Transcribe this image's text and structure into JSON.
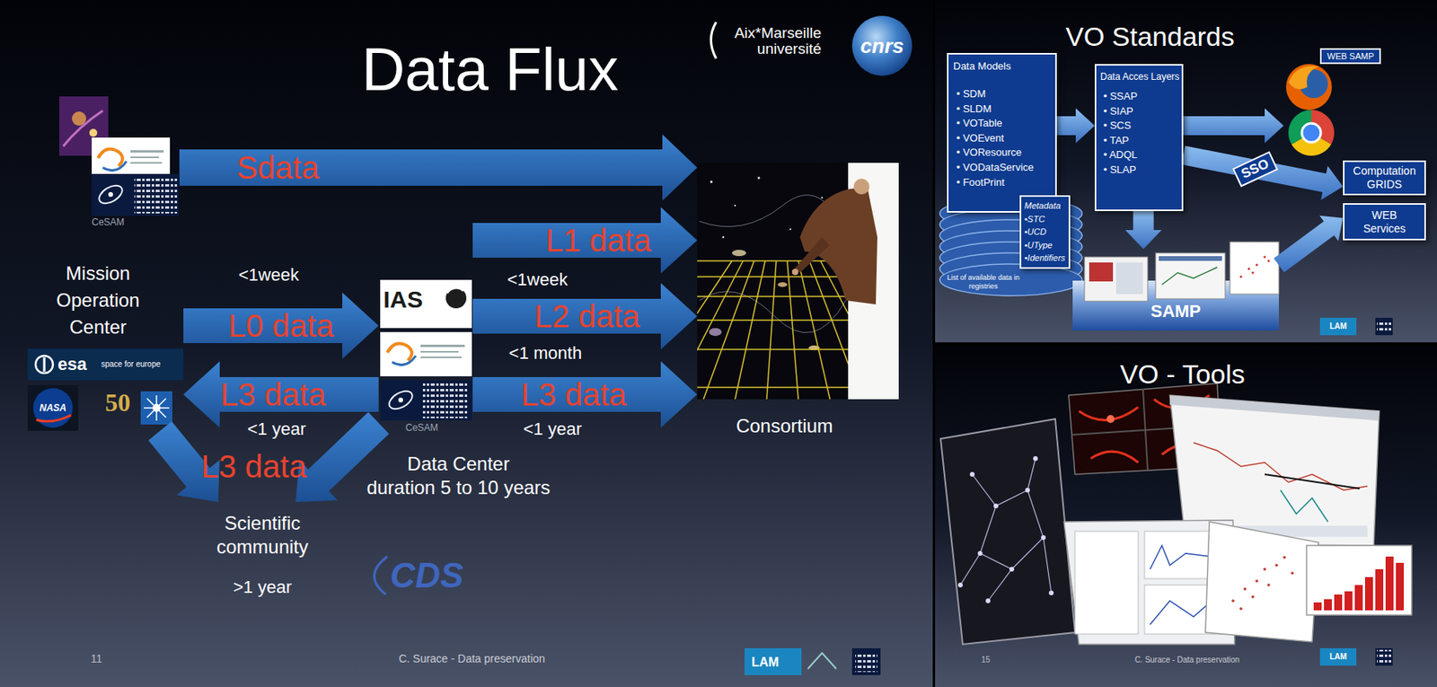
{
  "diagram": {
    "title": "Data Flux",
    "nodes": [
      {
        "text": [
          "CeSAM"
        ]
      },
      {
        "text": [
          "Mission Operation Center",
          "esa",
          "space for europe",
          "NASA",
          "50"
        ]
      },
      {
        "text": [
          "IAS",
          "CeSAM",
          "Data Center duration 5 to 10 years"
        ]
      },
      {
        "text": [
          "Consortium"
        ]
      },
      {
        "text": [
          "Scientific community",
          ">1 year"
        ]
      },
      {
        "text": [
          "Data Models",
          "• SDM",
          "• SLDM",
          "• VOTable",
          "• VOEvent",
          "• VOResource",
          "• VODataService",
          "• FootPrint"
        ]
      },
      {
        "text": [
          "Metadata",
          "•STC",
          "•UCD",
          "•UType",
          "•Identifiers"
        ]
      },
      {
        "text": [
          "Data Acces Layers",
          "• SSAP",
          "• SIAP",
          "• SCS",
          "• TAP",
          "• ADQL",
          "• SLAP"
        ]
      },
      {
        "text": [
          "WEB SAMP"
        ]
      },
      {
        "text": [
          "Computation GRIDS"
        ]
      },
      {
        "text": [
          "WEB Services"
        ]
      },
      {
        "text": [
          "SAMP"
        ]
      }
    ],
    "edges": [
      {
        "from": 0,
        "to": 3,
        "arrow": "to",
        "label": "Sdata"
      },
      {
        "from": 1,
        "to": 2,
        "arrow": "to",
        "label": "L0 data"
      },
      {
        "from": 2,
        "to": 3,
        "arrow": "to",
        "label": "L1 data"
      },
      {
        "from": 2,
        "to": 3,
        "arrow": "to",
        "label": "L2 data"
      },
      {
        "from": 2,
        "to": 3,
        "arrow": "to",
        "label": "L3 data"
      },
      {
        "from": 2,
        "to": 1,
        "arrow": "to",
        "label": "L3 data"
      },
      {
        "from": 1,
        "to": 4,
        "arrow": "to",
        "label": "L3 data"
      },
      {
        "from": 2,
        "to": 4,
        "arrow": "to"
      },
      {
        "from": 5,
        "to": 7,
        "arrow": "to"
      },
      {
        "from": 7,
        "to": 8,
        "arrow": "to"
      },
      {
        "from": 7,
        "to": 9,
        "arrow": "to",
        "label": "SSO"
      },
      {
        "from": 7,
        "to": 11,
        "arrow": "to"
      },
      {
        "from": 11,
        "to": 10,
        "arrow": "to"
      }
    ],
    "labels": [
      "<1week",
      "<1week",
      "<1 month",
      "<1 year",
      "<1 year",
      "Aix*Marseille université",
      "cnrs",
      "CDS",
      "11",
      "C. Surace - Data preservation",
      "LAM",
      "VO Standards",
      "List of available data in registries",
      "LAM",
      "VO - Tools",
      "15",
      "C. Surace - Data preservation",
      "LAM"
    ]
  }
}
